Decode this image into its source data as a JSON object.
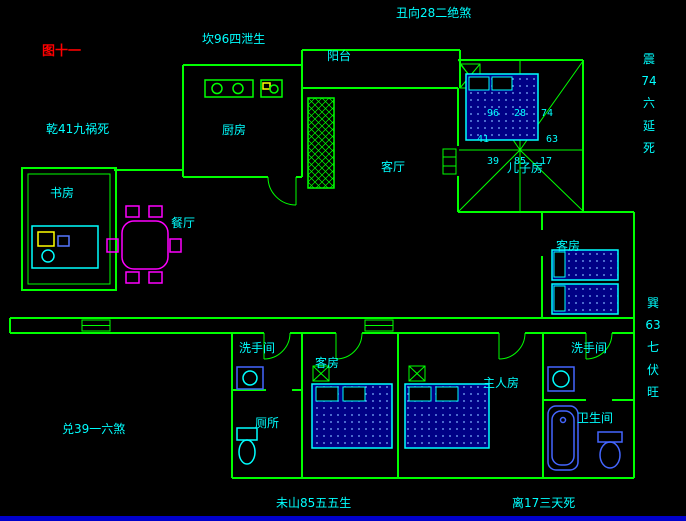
{
  "figure_label": "图十一",
  "fengshui": {
    "top_left": "坎96四泄生",
    "top_center": "丑向28二绝煞",
    "left_upper": "乾41九祸死",
    "left_lower": "兑39一六煞",
    "bottom_center": "未山85五五生",
    "bottom_right": "离17三天死",
    "right_upper": "震\n74\n六\n延\n死",
    "right_lower": "巽\n63\n七\n伏\n旺"
  },
  "rooms": {
    "balcony": "阳台",
    "kitchen": "厨房",
    "living_room": "客厅",
    "dining_room": "餐厅",
    "study": "书房",
    "son_room": "儿子房",
    "guest_room_right": "客房",
    "guest_room_bottom": "客房",
    "master_room": "主人房",
    "washroom_left": "洗手间",
    "washroom_right": "洗手间",
    "toilet": "厕所",
    "bathroom": "卫生间"
  },
  "compass": {
    "numbers": [
      "96",
      "28",
      "74",
      "41",
      "63",
      "39",
      "85",
      "17"
    ]
  },
  "colors": {
    "background": "#000000",
    "walls": "#00ff00",
    "labels": "#00ffff",
    "figure_label": "#ff0000",
    "dining_furniture": "#ff00ff",
    "beds": "#000085",
    "fixtures": "#4466ff",
    "bottom_bar": "#0000cc"
  }
}
